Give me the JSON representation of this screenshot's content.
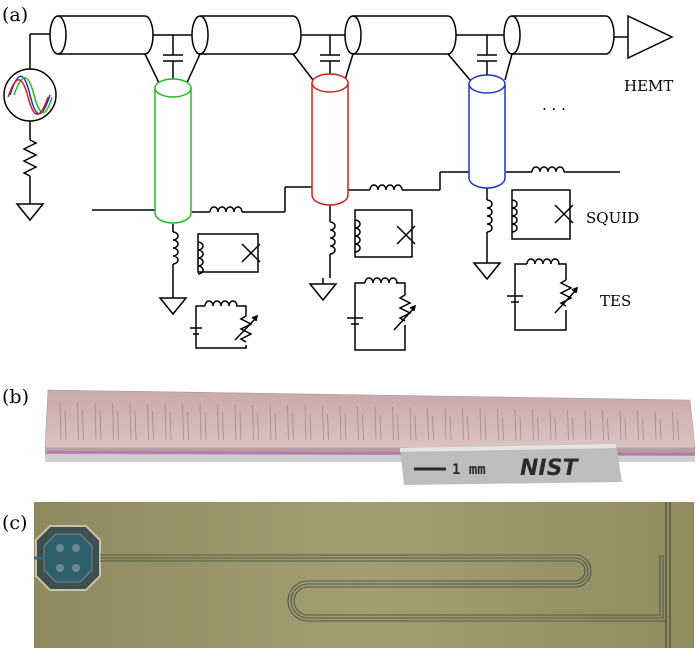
{
  "panels": {
    "a": {
      "label": "(a)"
    },
    "b": {
      "label": "(b)"
    },
    "c": {
      "label": "(c)"
    }
  },
  "circuit": {
    "hemt_label": "HEMT",
    "squid_label": "SQUID",
    "tes_label": "TES",
    "ellipsis": ". . .",
    "resonator_colors": [
      "#22bb22",
      "#cc2222",
      "#2233bb"
    ]
  },
  "chip_photo": {
    "scale_label": "1 mm",
    "logo_text": "NIST"
  }
}
